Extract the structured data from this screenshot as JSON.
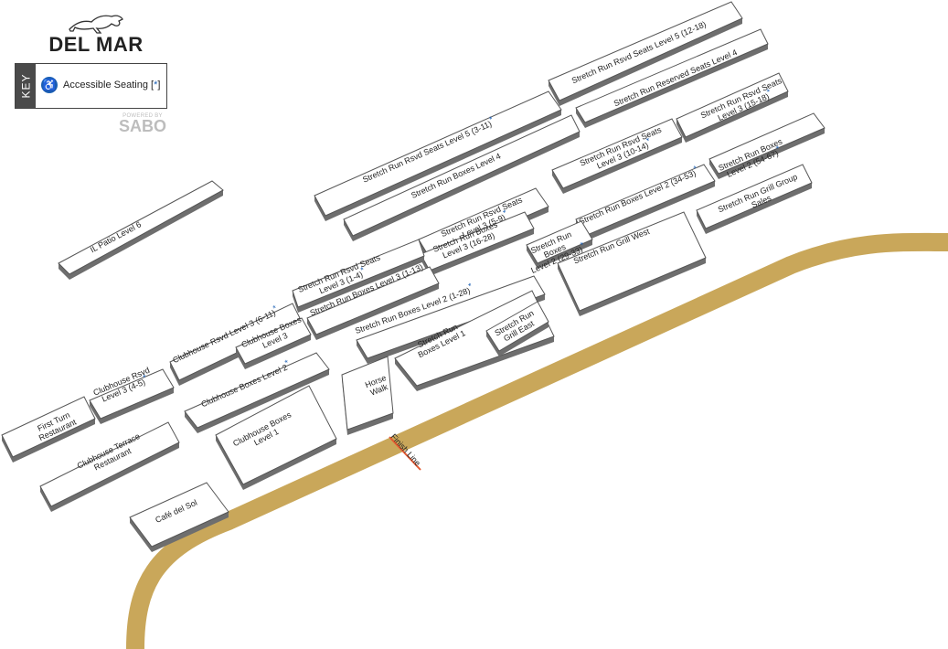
{
  "brand": {
    "logo_text": "DEL MAR",
    "powered_by": "POWERED BY",
    "powered_brand": "SABO"
  },
  "key": {
    "tab_label": "KEY",
    "text": "Accessible Seating [",
    "marker": "*",
    "text_end": "]",
    "icon": "wheelchair-icon"
  },
  "finish_line": "Finish Line",
  "colors": {
    "track": "#c9a75a",
    "accent": "#1a5fb4",
    "finish": "#e4572e",
    "wall": "#6e6e6e"
  },
  "sections": [
    {
      "id": "il-patio",
      "lines": [
        "IL Patio Level 6"
      ],
      "accessible": false
    },
    {
      "id": "sr-rsvd-l5-12-18",
      "lines": [
        "Stretch Run Rsvd Seats Level 5 (12-18)"
      ],
      "accessible": false
    },
    {
      "id": "sr-reserved-l4",
      "lines": [
        "Stretch Run Reserved Seats Level 4"
      ],
      "accessible": false
    },
    {
      "id": "sr-rsvd-l5-3-11",
      "lines": [
        "Stretch Run Rsvd Seats Level 5 (3-11)"
      ],
      "accessible": true
    },
    {
      "id": "sr-boxes-l4",
      "lines": [
        "Stretch Run Boxes Level 4"
      ],
      "accessible": false
    },
    {
      "id": "sr-rsvd-l3-15-18",
      "lines": [
        "Stretch Run Rsvd Seats",
        "Level 3 (15-18)"
      ],
      "accessible": true
    },
    {
      "id": "sr-rsvd-l3-10-14",
      "lines": [
        "Stretch Run Rsvd Seats",
        "Level 3 (10-14)"
      ],
      "accessible": true
    },
    {
      "id": "sr-boxes-l2-54-67",
      "lines": [
        "Stretch Run Boxes",
        "Level 2 (54-67)"
      ],
      "accessible": true
    },
    {
      "id": "sr-boxes-l2-34-53",
      "lines": [
        "Stretch Run Boxes Level 2 (34-53)"
      ],
      "accessible": true
    },
    {
      "id": "sr-grill-group",
      "lines": [
        "Stretch Run Grill Group",
        "Sales"
      ],
      "accessible": false
    },
    {
      "id": "sr-rsvd-l3-5-9",
      "lines": [
        "Stretch Run Rsvd Seats",
        "Level 3 (5-9)"
      ],
      "accessible": true
    },
    {
      "id": "sr-boxes-l3-16-28",
      "lines": [
        "Stretch Run Boxes",
        "Level 3 (16-28)"
      ],
      "accessible": false
    },
    {
      "id": "sr-boxes-l2-29-33",
      "lines": [
        "Stretch Run",
        "Boxes",
        "Level 2 (29-33)"
      ],
      "accessible": true
    },
    {
      "id": "sr-grill-west",
      "lines": [
        "Stretch Run Grill West"
      ],
      "accessible": false
    },
    {
      "id": "sr-rsvd-l3-1-4",
      "lines": [
        "Stretch Run Rsvd Seats",
        "Level 3 (1-4)"
      ],
      "accessible": true
    },
    {
      "id": "sr-boxes-l3-1-13",
      "lines": [
        "Stretch Run Boxes Level 3 (1-13)"
      ],
      "accessible": false
    },
    {
      "id": "sr-boxes-l2-1-28",
      "lines": [
        "Stretch Run Boxes Level 2 (1-28)"
      ],
      "accessible": true
    },
    {
      "id": "sr-boxes-l1",
      "lines": [
        "Stretch Run",
        "Boxes Level 1"
      ],
      "accessible": false
    },
    {
      "id": "sr-grill-east",
      "lines": [
        "Stretch Run",
        "Grill East"
      ],
      "accessible": false
    },
    {
      "id": "ch-rsvd-l3-6-11",
      "lines": [
        "Clubhouse Rsvd Level 3 (6-11)"
      ],
      "accessible": true
    },
    {
      "id": "ch-boxes-l3",
      "lines": [
        "Clubhouse Boxes",
        "Level 3"
      ],
      "accessible": false
    },
    {
      "id": "ch-rsvd-l3-4-5",
      "lines": [
        "Clubhouse Rsvd",
        "Level 3 (4-5)"
      ],
      "accessible": true
    },
    {
      "id": "first-turn",
      "lines": [
        "First Turn",
        "Restaurant"
      ],
      "accessible": false
    },
    {
      "id": "ch-boxes-l2",
      "lines": [
        "Clubhouse Boxes Level 2"
      ],
      "accessible": true
    },
    {
      "id": "horse-walk",
      "lines": [
        "Horse",
        "Walk"
      ],
      "accessible": false
    },
    {
      "id": "ch-boxes-l1",
      "lines": [
        "Clubhouse Boxes",
        "Level 1"
      ],
      "accessible": false
    },
    {
      "id": "ch-terrace",
      "lines": [
        "Clubhouse Terrace",
        "Restaurant"
      ],
      "accessible": false
    },
    {
      "id": "cafe-del-sol",
      "lines": [
        "Café del Sol"
      ],
      "accessible": false
    }
  ]
}
